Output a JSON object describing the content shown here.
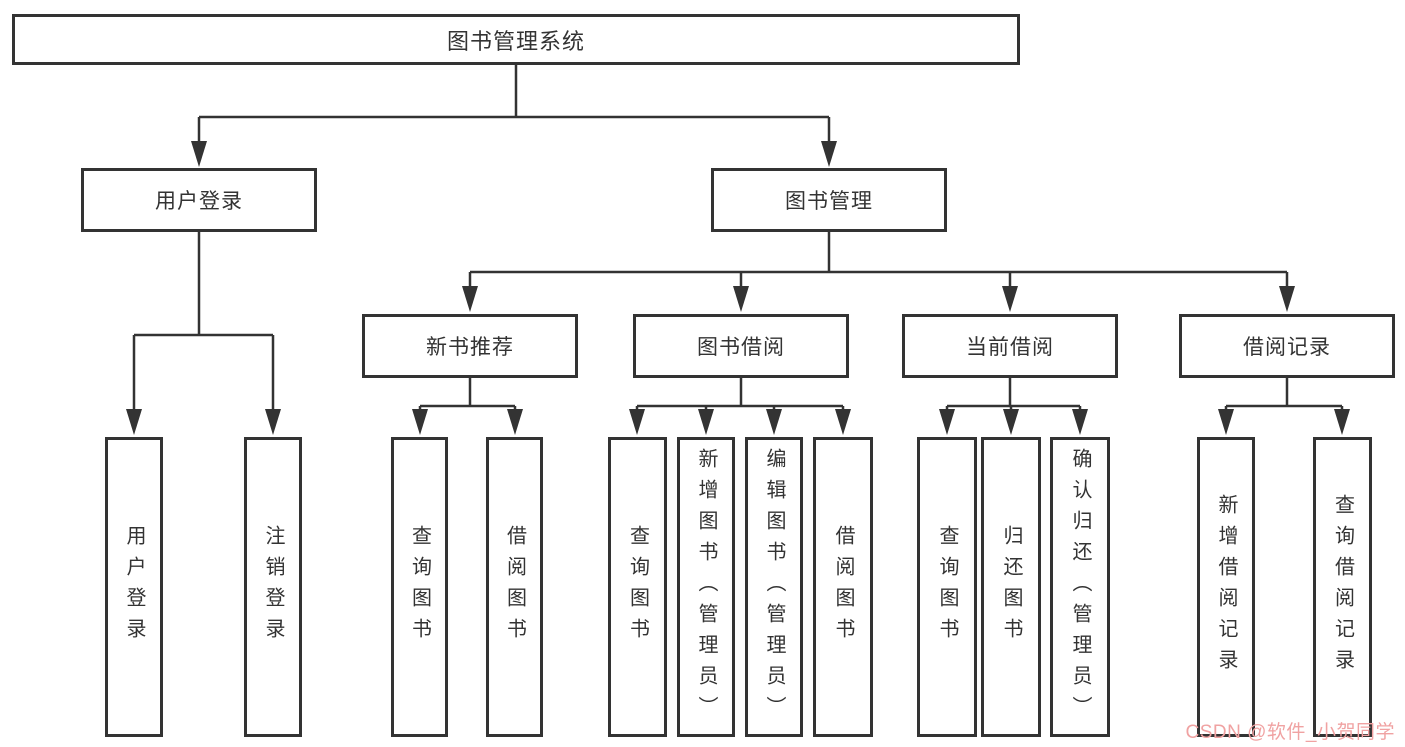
{
  "tree": {
    "label": "图书管理系统",
    "children": [
      {
        "label": "用户登录",
        "children": [
          {
            "label": "用户登录"
          },
          {
            "label": "注销登录"
          }
        ]
      },
      {
        "label": "图书管理",
        "children": [
          {
            "label": "新书推荐",
            "children": [
              {
                "label": "查询图书"
              },
              {
                "label": "借阅图书"
              }
            ]
          },
          {
            "label": "图书借阅",
            "children": [
              {
                "label": "查询图书"
              },
              {
                "label": "新增图书（管理员）"
              },
              {
                "label": "编辑图书（管理员）"
              },
              {
                "label": "借阅图书"
              }
            ]
          },
          {
            "label": "当前借阅",
            "children": [
              {
                "label": "查询图书"
              },
              {
                "label": "归还图书"
              },
              {
                "label": "确认归还（管理员）"
              }
            ]
          },
          {
            "label": "借阅记录",
            "children": [
              {
                "label": "新增借阅记录"
              },
              {
                "label": "查询借阅记录"
              }
            ]
          }
        ]
      }
    ]
  },
  "watermark": {
    "text": "CSDN @软件_小贺同学"
  },
  "colors": {
    "line": "#333333",
    "border": "#333333",
    "text": "#333333",
    "box_fill": "#ffffff",
    "background": "#ffffff",
    "watermark": "#f0a2a2"
  }
}
